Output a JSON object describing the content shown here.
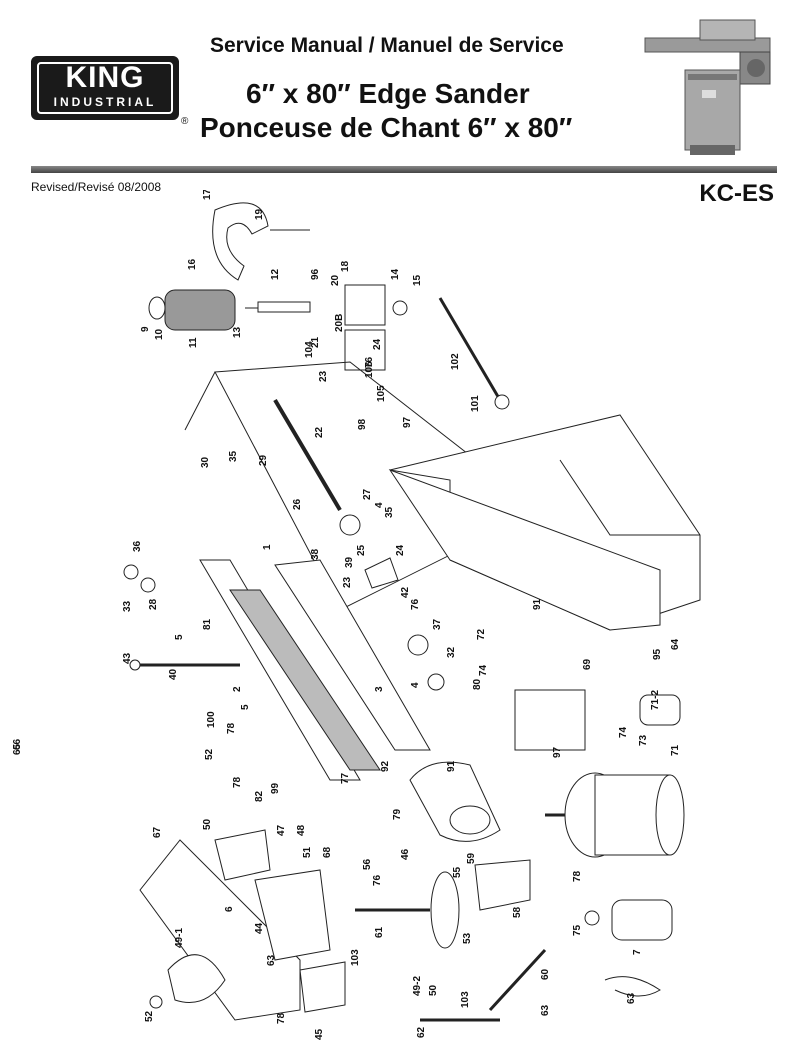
{
  "header": {
    "brand": "KING",
    "brand_sub": "INDUSTRIAL",
    "registered": "®",
    "subtitle": "Service Manual / Manuel de Service",
    "title_en": "6″ x 80″ Edge Sander",
    "title_fr": "Ponceuse de Chant 6″ x 80″",
    "revised": "Revised/Revisé 08/2008",
    "model": "KC-ES"
  },
  "diagram": {
    "callouts": [
      "17",
      "19",
      "16",
      "12",
      "96",
      "18",
      "20",
      "14",
      "15",
      "9",
      "10",
      "11",
      "13",
      "20B",
      "21",
      "104",
      "24",
      "76",
      "106",
      "105",
      "23",
      "102",
      "101",
      "22",
      "98",
      "97",
      "30",
      "35",
      "29",
      "27",
      "26",
      "4",
      "35",
      "36",
      "1",
      "38",
      "39",
      "25",
      "24",
      "23",
      "76",
      "42",
      "33",
      "28",
      "5",
      "81",
      "37",
      "32",
      "72",
      "74",
      "69",
      "80",
      "3",
      "4",
      "43",
      "40",
      "2",
      "5",
      "100",
      "78",
      "52",
      "97",
      "74",
      "73",
      "71-2",
      "71",
      "92",
      "91",
      "78",
      "82",
      "77",
      "99",
      "79",
      "50",
      "47",
      "48",
      "51",
      "68",
      "67",
      "46",
      "56",
      "76",
      "55",
      "59",
      "61",
      "53",
      "58",
      "78",
      "75",
      "7",
      "6",
      "49-1",
      "44",
      "63",
      "103",
      "52",
      "78",
      "45",
      "49-2",
      "50",
      "103",
      "63",
      "60",
      "62",
      "63",
      "91",
      "95",
      "64",
      "66",
      "65"
    ]
  }
}
